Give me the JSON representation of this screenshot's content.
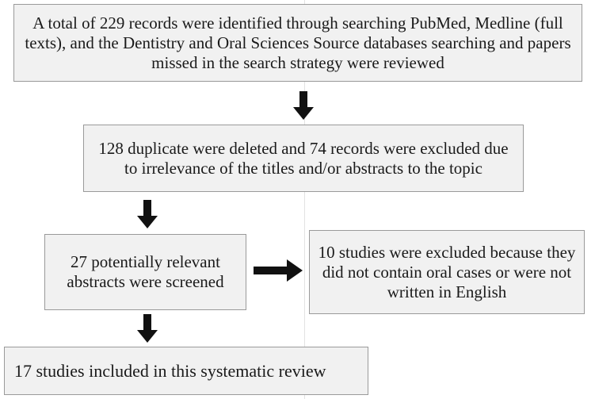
{
  "flowchart": {
    "boxes": [
      {
        "id": "records-identified",
        "text": "A total of 229 records were identified through searching PubMed, Medline (full texts), and the Dentistry and Oral Sciences Source databases searching and papers missed in the search strategy were reviewed"
      },
      {
        "id": "duplicates-excluded",
        "text": "128 duplicate were deleted and 74 records were excluded due to irrelevance of the titles and/or abstracts to the topic"
      },
      {
        "id": "abstracts-screened",
        "text": "27 potentially relevant abstracts were screened"
      },
      {
        "id": "studies-excluded",
        "text": "10 studies were excluded because they did not contain oral cases or were not written in English"
      },
      {
        "id": "studies-included",
        "text": "17 studies included in this systematic review"
      }
    ],
    "colors": {
      "box_fill": "#f1f1f1",
      "box_border": "#9a9a9a",
      "arrow": "#111111",
      "text": "#1a1a1a"
    }
  }
}
